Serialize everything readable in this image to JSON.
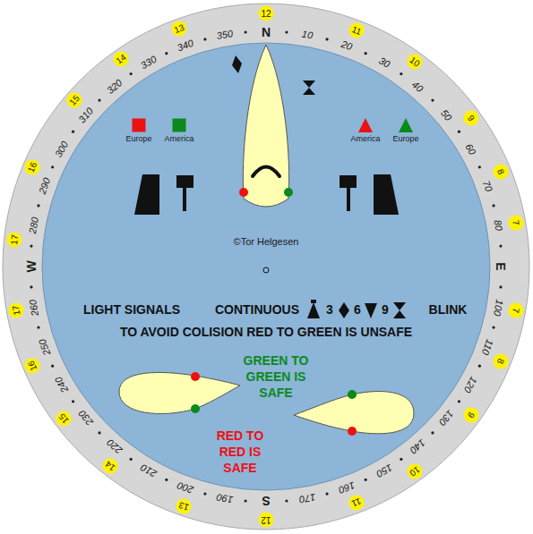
{
  "diagram": {
    "labels": [
      "N",
      "10",
      "20",
      "30",
      "40",
      "50",
      "60",
      "70",
      "80",
      "E",
      "100",
      "110",
      "120",
      "130",
      "140",
      "150",
      "160",
      "170",
      "S",
      "190",
      "200",
      "210",
      "220",
      "230",
      "240",
      "250",
      "260",
      "W",
      "280",
      "290",
      "300",
      "310",
      "320",
      "330",
      "340",
      "350",
      "12",
      "11",
      "10",
      "9",
      "8",
      "7",
      "7",
      "8",
      "9",
      "10",
      "11",
      "12",
      "13",
      "14",
      "15",
      "16",
      "17",
      "17",
      "16",
      "15",
      "14",
      "13",
      "©Tor Helgesen",
      "LIGHT SIGNALS",
      "CONTINUOUS",
      "3",
      "6",
      "9",
      "BLINK",
      "TO AVOID COLISION RED TO GREEN IS UNSAFE",
      "GREEN TO GREEN IS SAFE",
      "RED TO RED IS SAFE"
    ],
    "legend": [
      {
        "text": "Europe",
        "color": "#ee1111"
      },
      {
        "text": "America",
        "color": "#0a8a1a"
      },
      {
        "text": "America",
        "color": "#ee1111"
      },
      {
        "text": "Europe",
        "color": "#0a8a1a"
      }
    ]
  }
}
